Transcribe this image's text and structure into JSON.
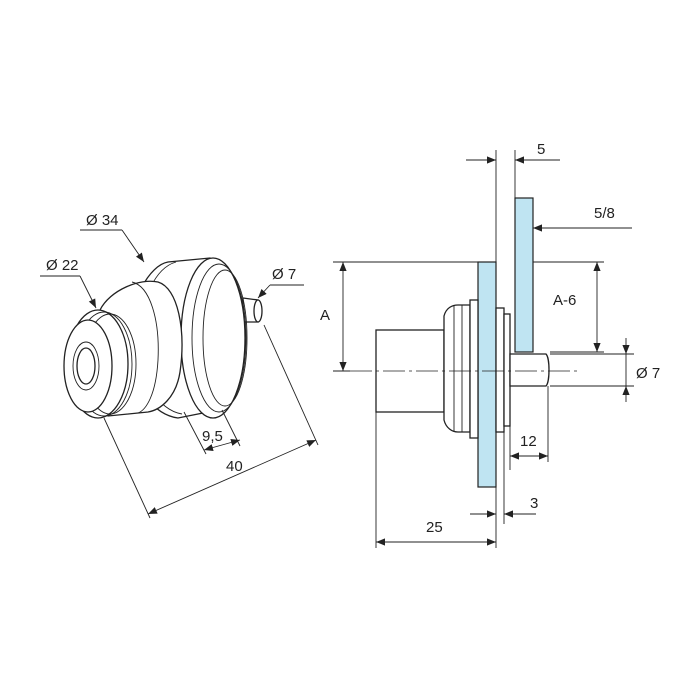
{
  "colors": {
    "line": "#222222",
    "glass": "#bfe4f2",
    "background": "#ffffff"
  },
  "left_view": {
    "dims": {
      "d34": "Ø 34",
      "d22": "Ø 22",
      "d7": "Ø 7",
      "len95": "9,5",
      "len40": "40"
    }
  },
  "right_view": {
    "dims": {
      "thk5": "5",
      "glass58": "5/8",
      "a": "A",
      "a6": "A-6",
      "d7": "Ø 7",
      "len12": "12",
      "len3": "3",
      "len25": "25"
    }
  }
}
